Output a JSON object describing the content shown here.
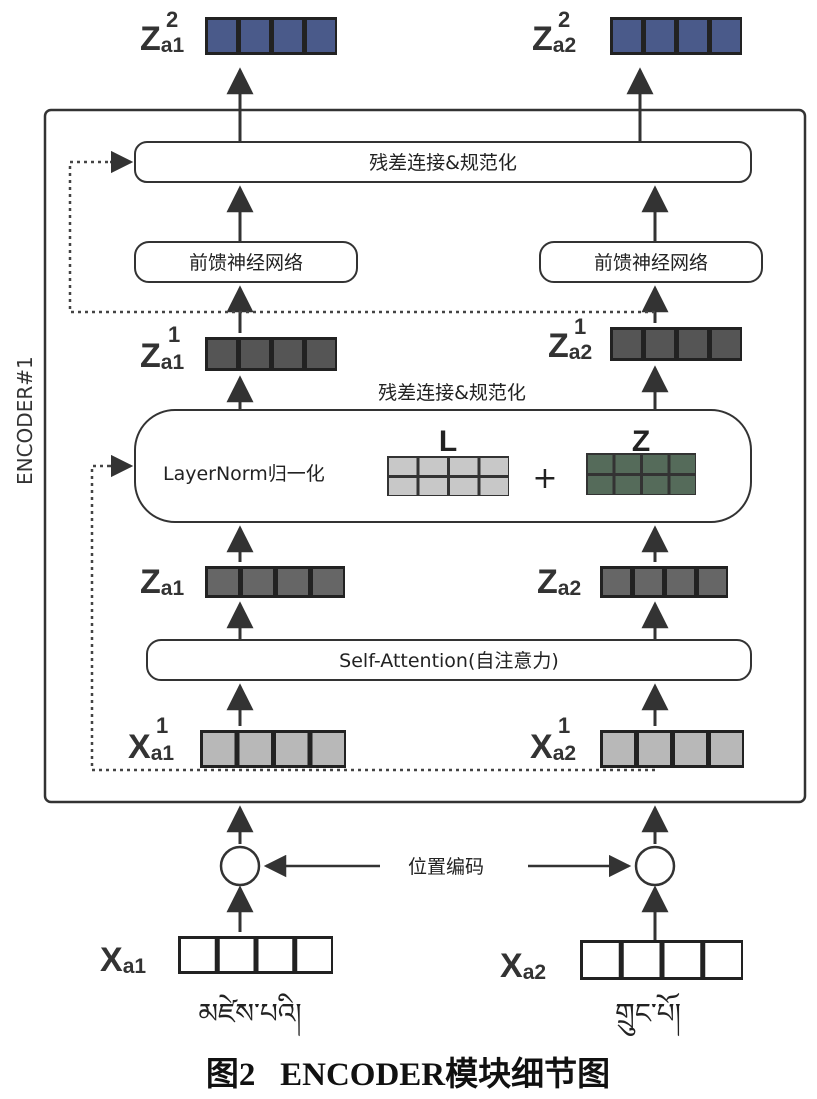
{
  "encoder_label": "ENCODER#1",
  "caption": "图2   ENCODER模块细节图",
  "boxes": {
    "add_norm_top": "残差连接&规范化",
    "ffn_left": "前馈神经网络",
    "ffn_right": "前馈神经网络",
    "add_norm_mid": "残差连接&规范化",
    "layernorm": "LayerNorm归一化",
    "self_attention": "Self-Attention(自注意力)",
    "position_encoding": "位置编码"
  },
  "matrix_labels": {
    "L": "L",
    "Z": "Z",
    "plus": "+"
  },
  "vars": {
    "z2a1": {
      "base": "Z",
      "sub": "a1",
      "sup": "2"
    },
    "z2a2": {
      "base": "Z",
      "sub": "a2",
      "sup": "2"
    },
    "z1a1": {
      "base": "Z",
      "sub": "a1",
      "sup": "1"
    },
    "z1a2": {
      "base": "Z",
      "sub": "a2",
      "sup": "1"
    },
    "za1": {
      "base": "Z",
      "sub": "a1"
    },
    "za2": {
      "base": "Z",
      "sub": "a2"
    },
    "x1a1": {
      "base": "X",
      "sub": "a1",
      "sup": "1"
    },
    "x1a2": {
      "base": "X",
      "sub": "a2",
      "sup": "1"
    },
    "xa1": {
      "base": "X",
      "sub": "a1"
    },
    "xa2": {
      "base": "X",
      "sub": "a2"
    }
  },
  "words": {
    "left": "མཛེས་པའི།",
    "right": "གྲུང་པོ།"
  },
  "colors": {
    "z2": "#4a5a8a",
    "z1": "#555555",
    "z": "#666666",
    "x1": "#b8b8b8",
    "x": "#ffffff",
    "z_matrix": "#556b5a",
    "l_matrix": "#c8c8c8"
  }
}
